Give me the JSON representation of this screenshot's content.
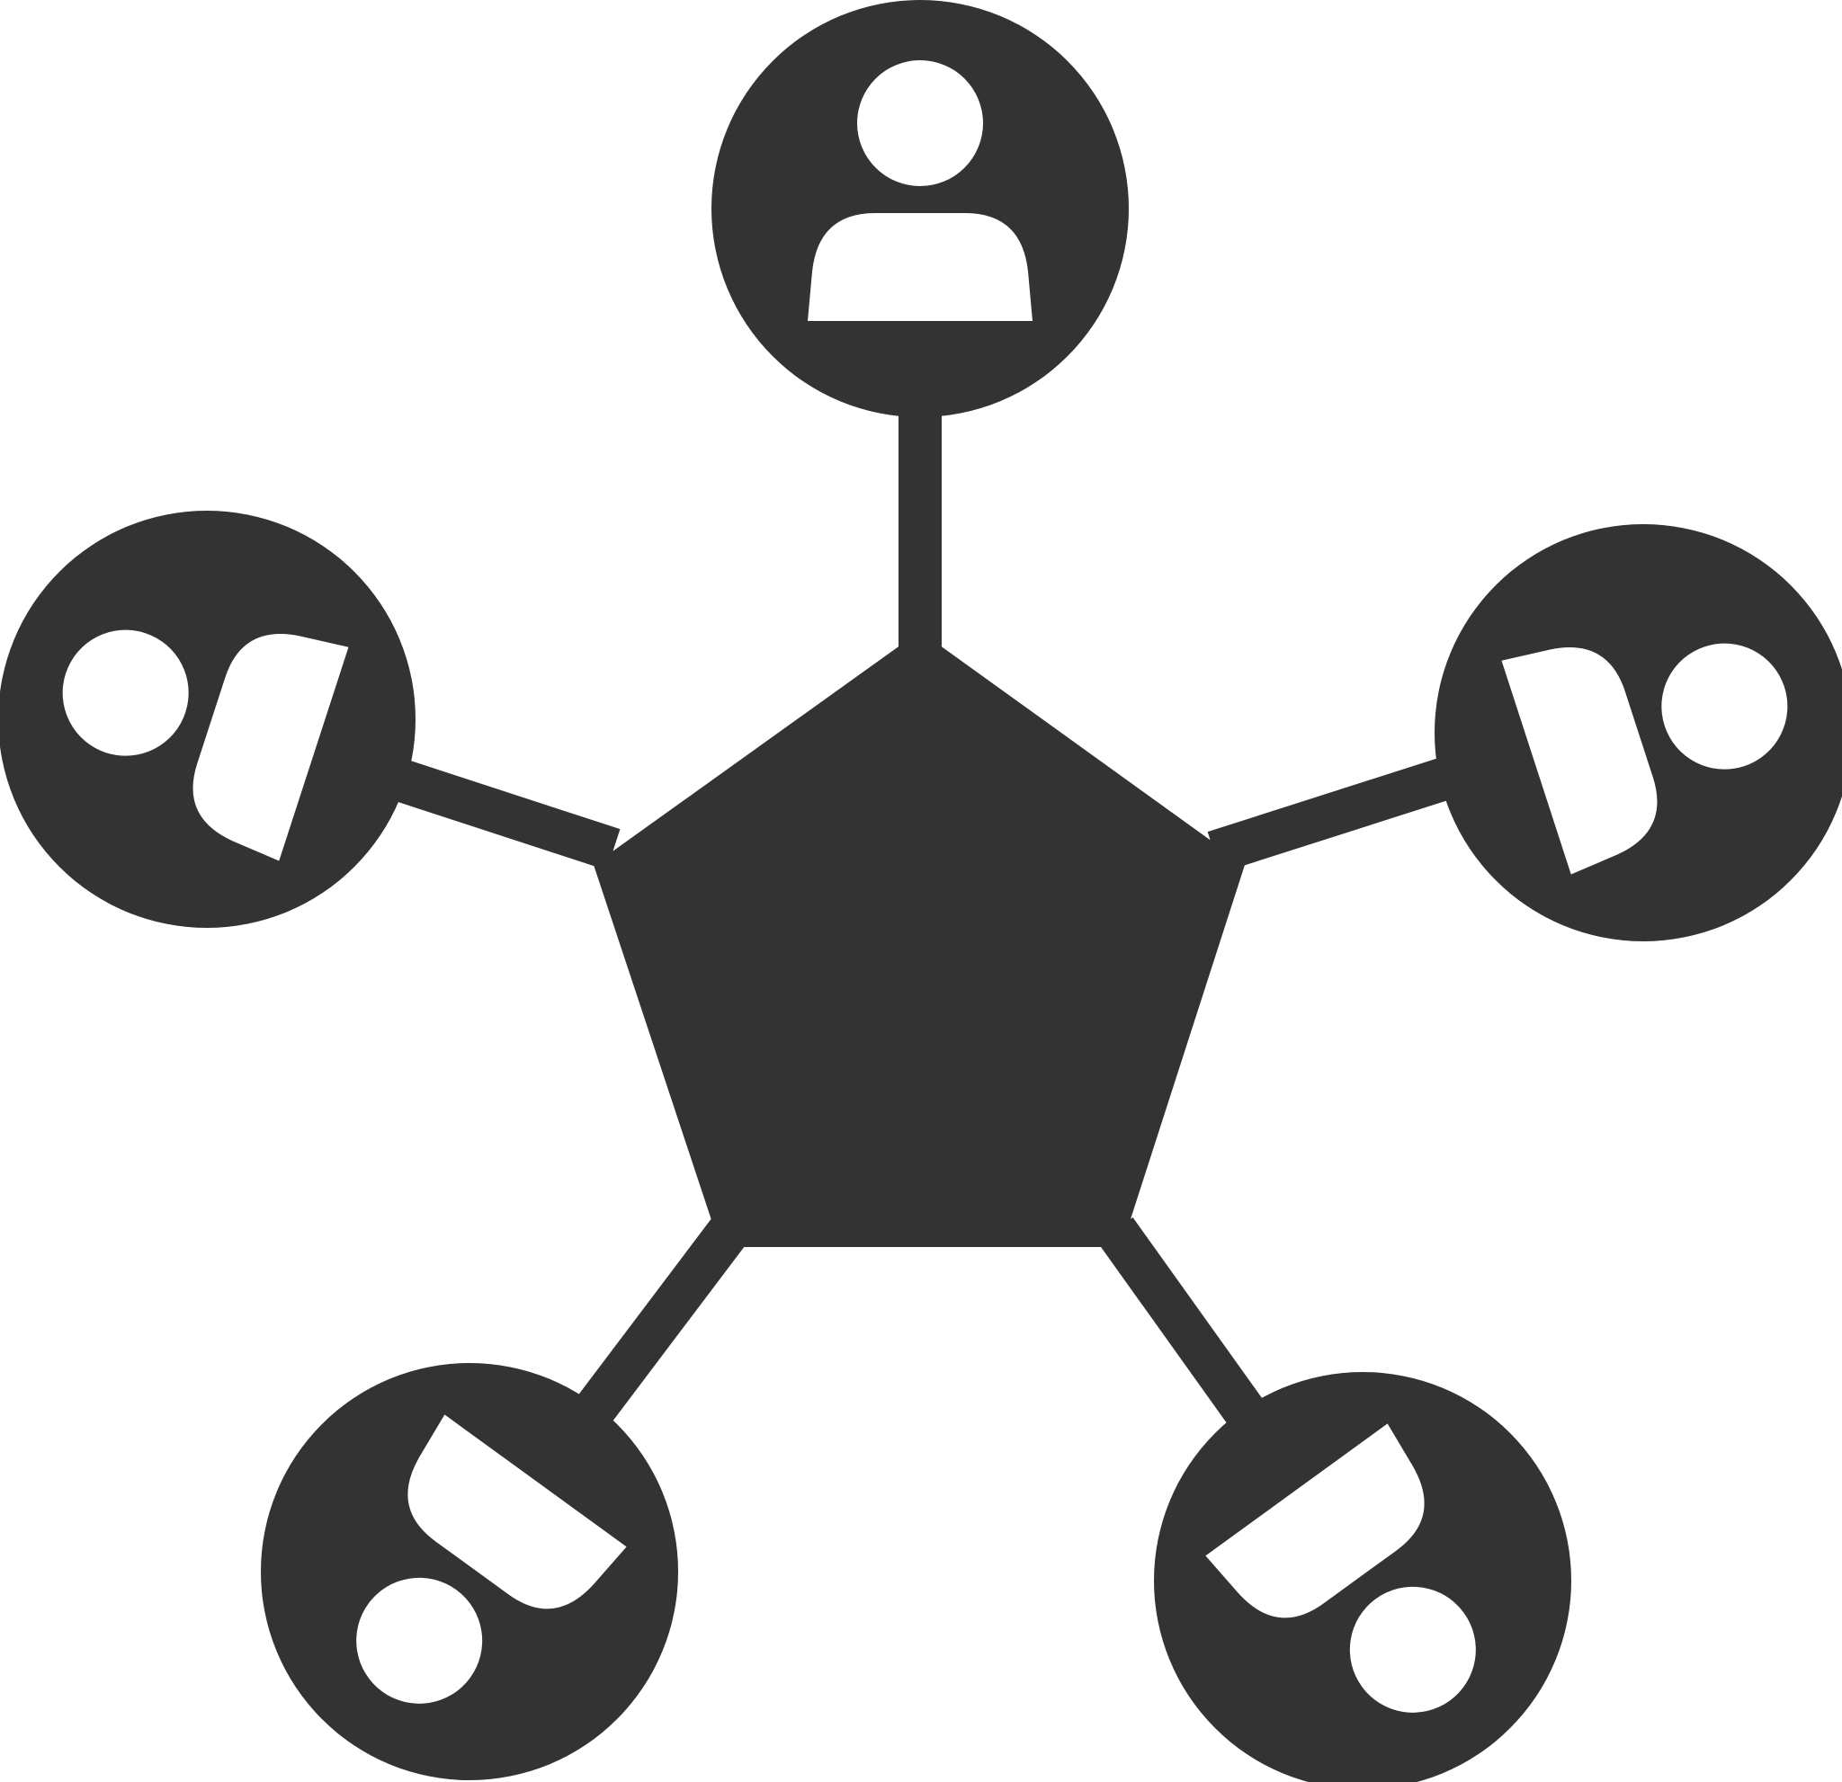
{
  "diagram": {
    "kind": "network-hub-icon",
    "hub_shape": "pentagon",
    "fill_color": "#333333",
    "background_color": "#ffffff",
    "nodes": [
      {
        "id": "top",
        "icon": "person-icon"
      },
      {
        "id": "upper-right",
        "icon": "person-icon"
      },
      {
        "id": "lower-right",
        "icon": "person-icon"
      },
      {
        "id": "lower-left",
        "icon": "person-icon"
      },
      {
        "id": "upper-left",
        "icon": "person-icon"
      }
    ]
  }
}
